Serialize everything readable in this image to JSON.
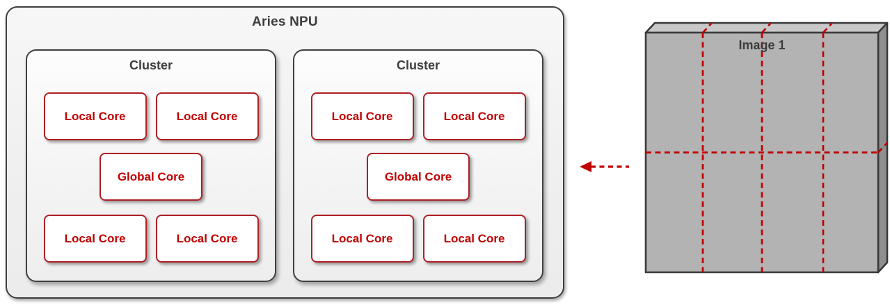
{
  "npu": {
    "title": "Aries NPU",
    "clusters": [
      {
        "title": "Cluster",
        "cores": [
          {
            "label": "Local Core",
            "type": "local"
          },
          {
            "label": "Local Core",
            "type": "local"
          },
          {
            "label": "Global Core",
            "type": "global"
          },
          {
            "label": "Local Core",
            "type": "local"
          },
          {
            "label": "Local Core",
            "type": "local"
          }
        ]
      },
      {
        "title": "Cluster",
        "cores": [
          {
            "label": "Local Core",
            "type": "local"
          },
          {
            "label": "Local Core",
            "type": "local"
          },
          {
            "label": "Global Core",
            "type": "global"
          },
          {
            "label": "Local Core",
            "type": "local"
          },
          {
            "label": "Local Core",
            "type": "local"
          }
        ]
      }
    ]
  },
  "arrow": {
    "direction": "left",
    "style": "dashed",
    "color": "#C00000"
  },
  "image_block": {
    "label": "Image 1",
    "tile_columns": 4,
    "tile_rows": 2,
    "partition_style": "dashed"
  },
  "colors": {
    "core_border_red": "#AF1F23",
    "core_text_red": "#C00000",
    "dash_red": "#C00000",
    "outline_gray": "#3F3F3F",
    "title_text_gray": "#3D3D3D",
    "npu_fill": "#F1F1F1",
    "cluster_fill": "#F8F8F8",
    "slab_front": "#B3B3B3",
    "slab_top": "#C8C8C8",
    "slab_side": "#8F8F8F"
  }
}
